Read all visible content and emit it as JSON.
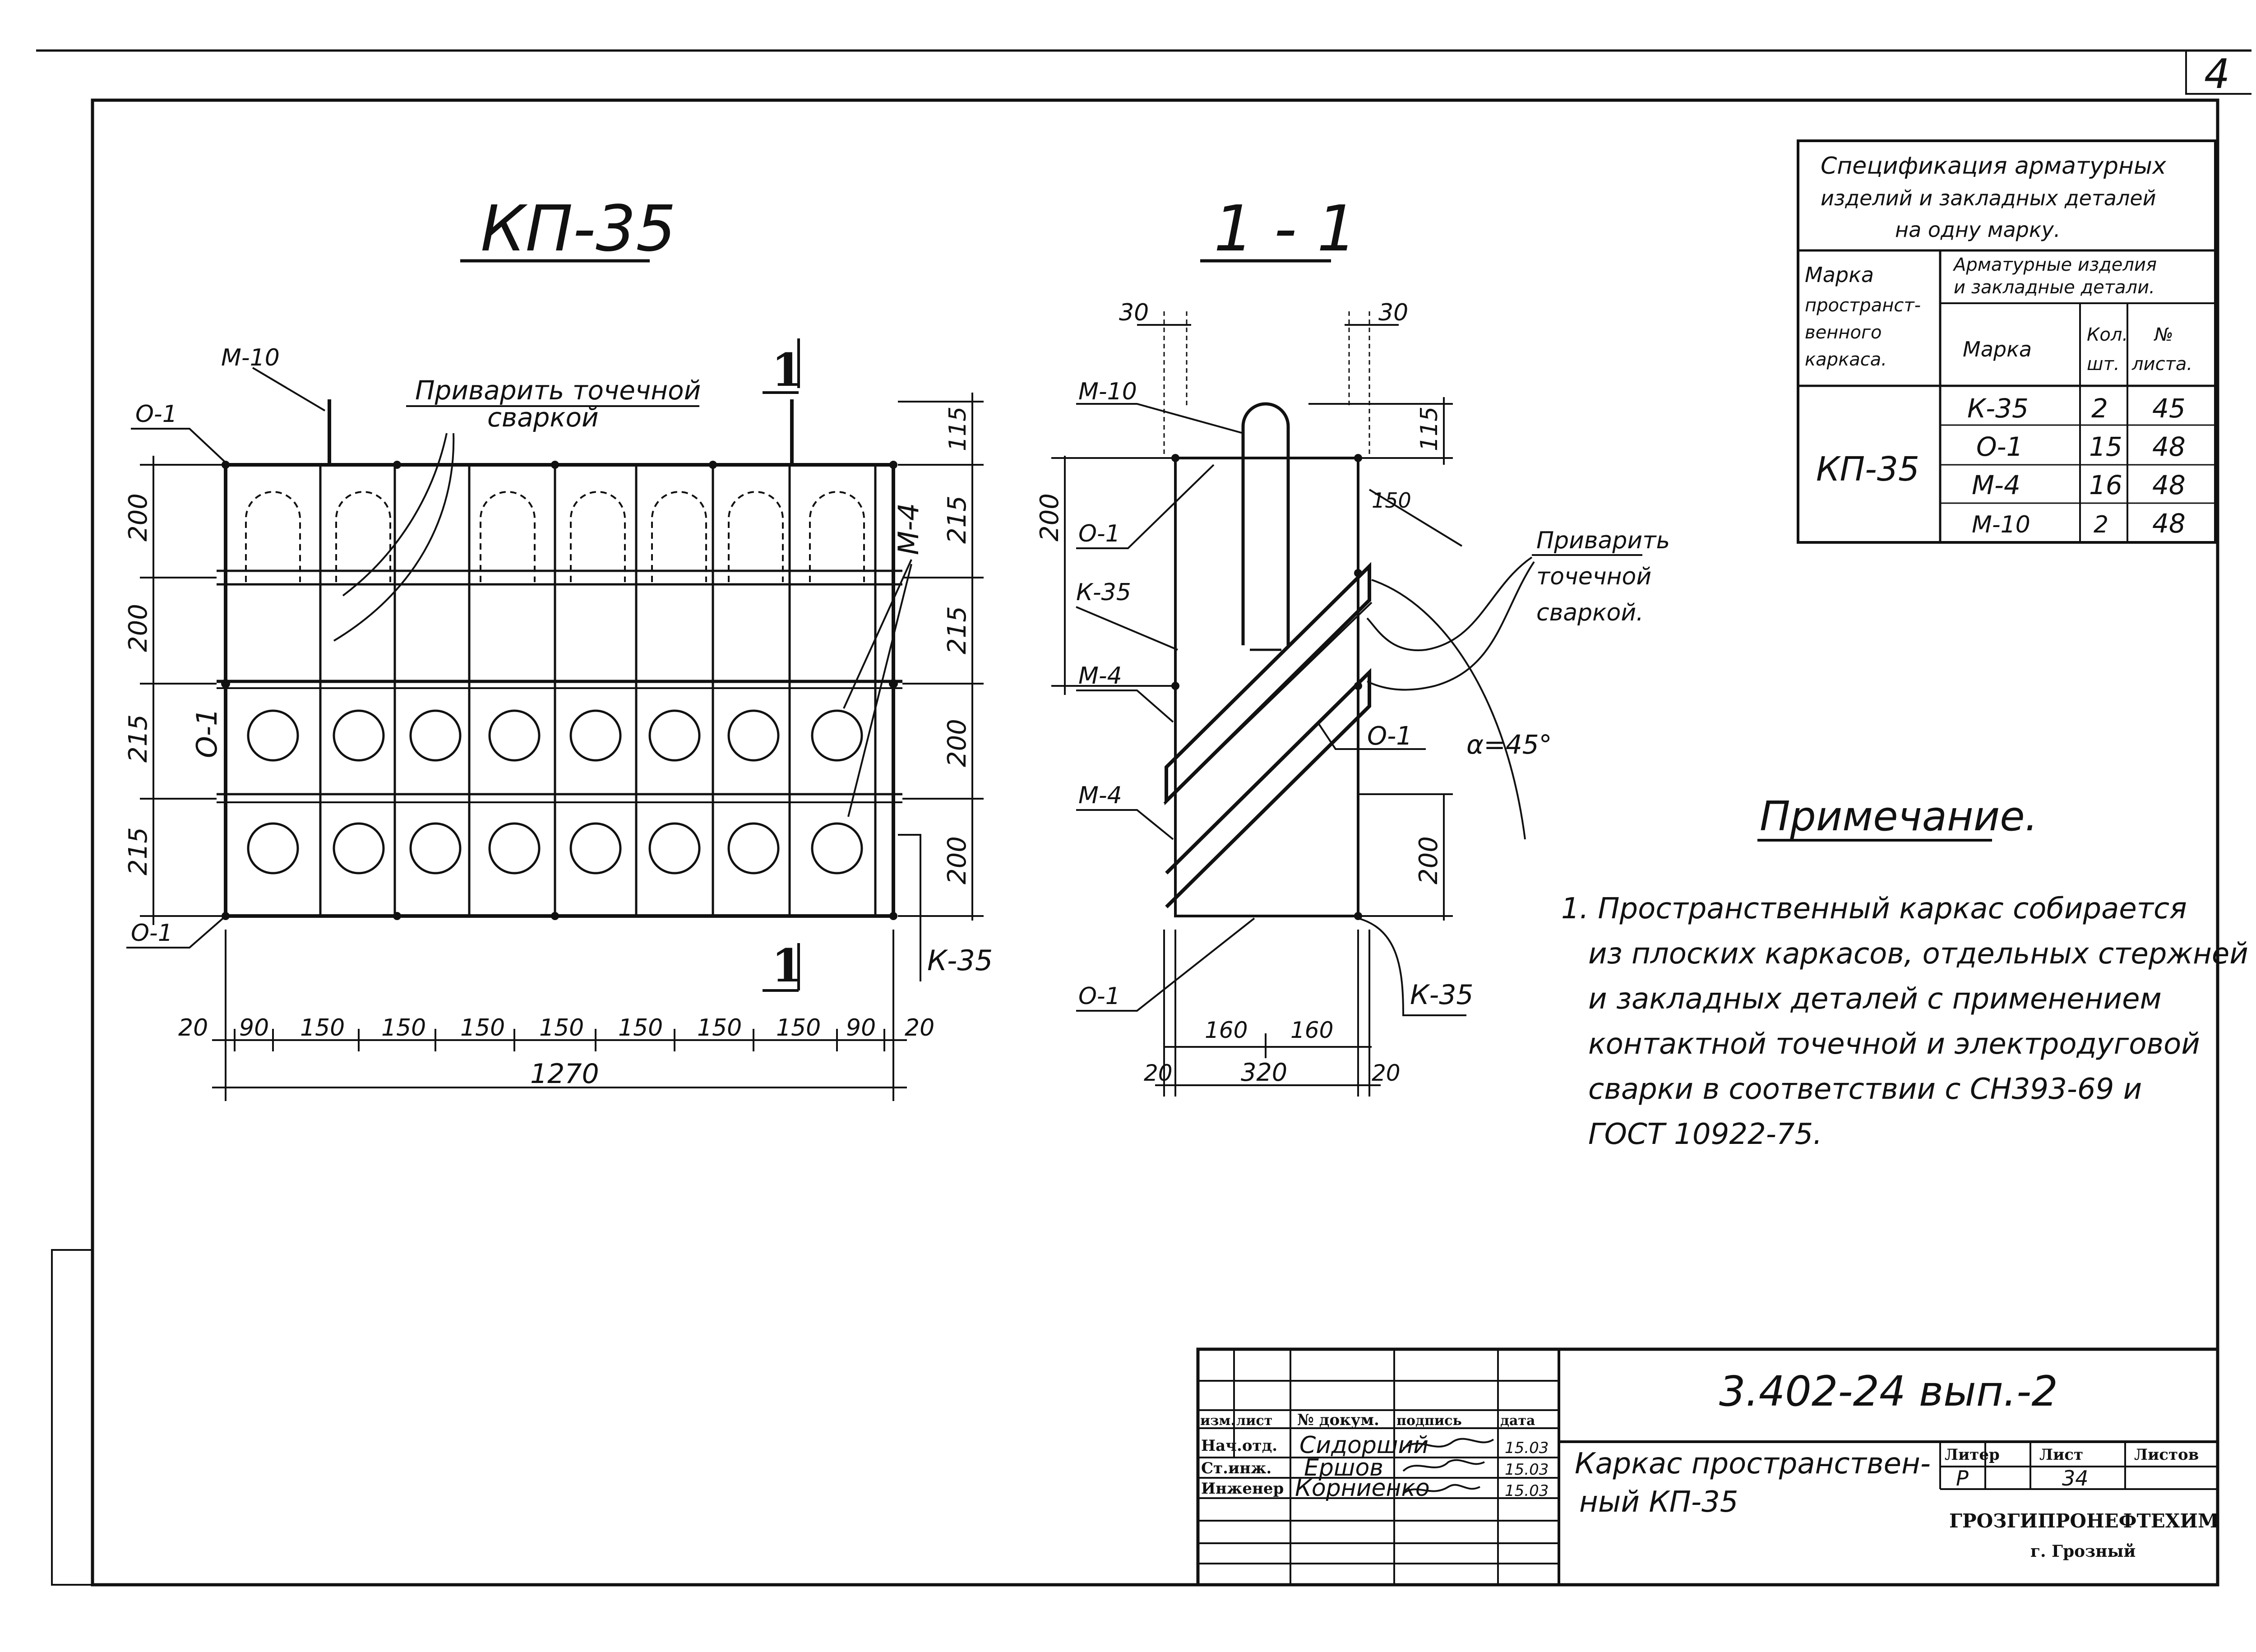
{
  "page_number": "4",
  "views": {
    "plan_title": "КП-35",
    "section_title": "1 - 1",
    "section_mark": "1"
  },
  "plan": {
    "labels": {
      "m10": "М-10",
      "o1": "О-1",
      "m4": "М-4",
      "k35": "К-35"
    },
    "weld_note": [
      "Приварить точечной",
      "сваркой"
    ],
    "bottom_dims": [
      "20",
      "90",
      "150",
      "150",
      "150",
      "150",
      "150",
      "150",
      "150",
      "90",
      "20"
    ],
    "overall": "1270",
    "left_dims": [
      "200",
      "200",
      "215",
      "215"
    ],
    "right_dims": [
      "115",
      "215",
      "215",
      "200",
      "200"
    ]
  },
  "section": {
    "labels": {
      "m10": "М-10",
      "o1": "О-1",
      "k35": "К-35",
      "m4": "М-4"
    },
    "weld_note": [
      "Приварить",
      "точечной",
      "сваркой."
    ],
    "angle": "α=45°",
    "dims": {
      "top_left": "30",
      "top_right": "30",
      "h115": "115",
      "h200": "200",
      "d150": "150",
      "h200b": "200",
      "w160a": "160",
      "w160b": "160",
      "w20a": "20",
      "w320": "320",
      "w20b": "20"
    }
  },
  "spec": {
    "title": [
      "Спецификация арматурных",
      "изделий и закладных деталей",
      "на одну марку."
    ],
    "col_frame": [
      "Марка",
      "пространст-",
      "венного",
      "каркаса."
    ],
    "col_items": [
      "Арматурные изделия",
      "и закладные детали."
    ],
    "col_mark": "Марка",
    "col_qty": [
      "Кол.",
      "шт."
    ],
    "col_sheet": [
      "№",
      "листа."
    ],
    "frame": "КП-35",
    "rows": [
      {
        "mark": "К-35",
        "qty": "2",
        "sheet": "45"
      },
      {
        "mark": "О-1",
        "qty": "15",
        "sheet": "48"
      },
      {
        "mark": "М-4",
        "qty": "16",
        "sheet": "48"
      },
      {
        "mark": "М-10",
        "qty": "2",
        "sheet": "48"
      }
    ]
  },
  "notes": {
    "heading": "Примечание.",
    "lines": [
      "1. Пространственный каркас собирается",
      "из плоских каркасов, отдельных стержней",
      "и закладных деталей с применением",
      "контактной точечной и электродуговой",
      "сварки в соответствии с СН393-69 и",
      "ГОСТ 10922-75."
    ]
  },
  "title_block": {
    "code": "3.402-24  вып.-2",
    "headers": [
      "изм.",
      "лист",
      "№ докум.",
      "подпись",
      "дата"
    ],
    "people": [
      {
        "role": "Нач.отд.",
        "name": "Сидорший",
        "date": "15.03"
      },
      {
        "role": "Ст.инж.",
        "name": "Ершов",
        "date": "15.03"
      },
      {
        "role": "Инженер",
        "name": "Корниенко",
        "date": "15.03"
      }
    ],
    "title": [
      "Каркас пространствен-",
      "ный    КП-35"
    ],
    "liter_label": "Литер",
    "liter": "Р",
    "list_label": "Лист",
    "list_value": "34",
    "lists_label": "Листов",
    "org": "ГРОЗГИПРОНЕФТЕХИМ",
    "city": "г. Грозный"
  }
}
